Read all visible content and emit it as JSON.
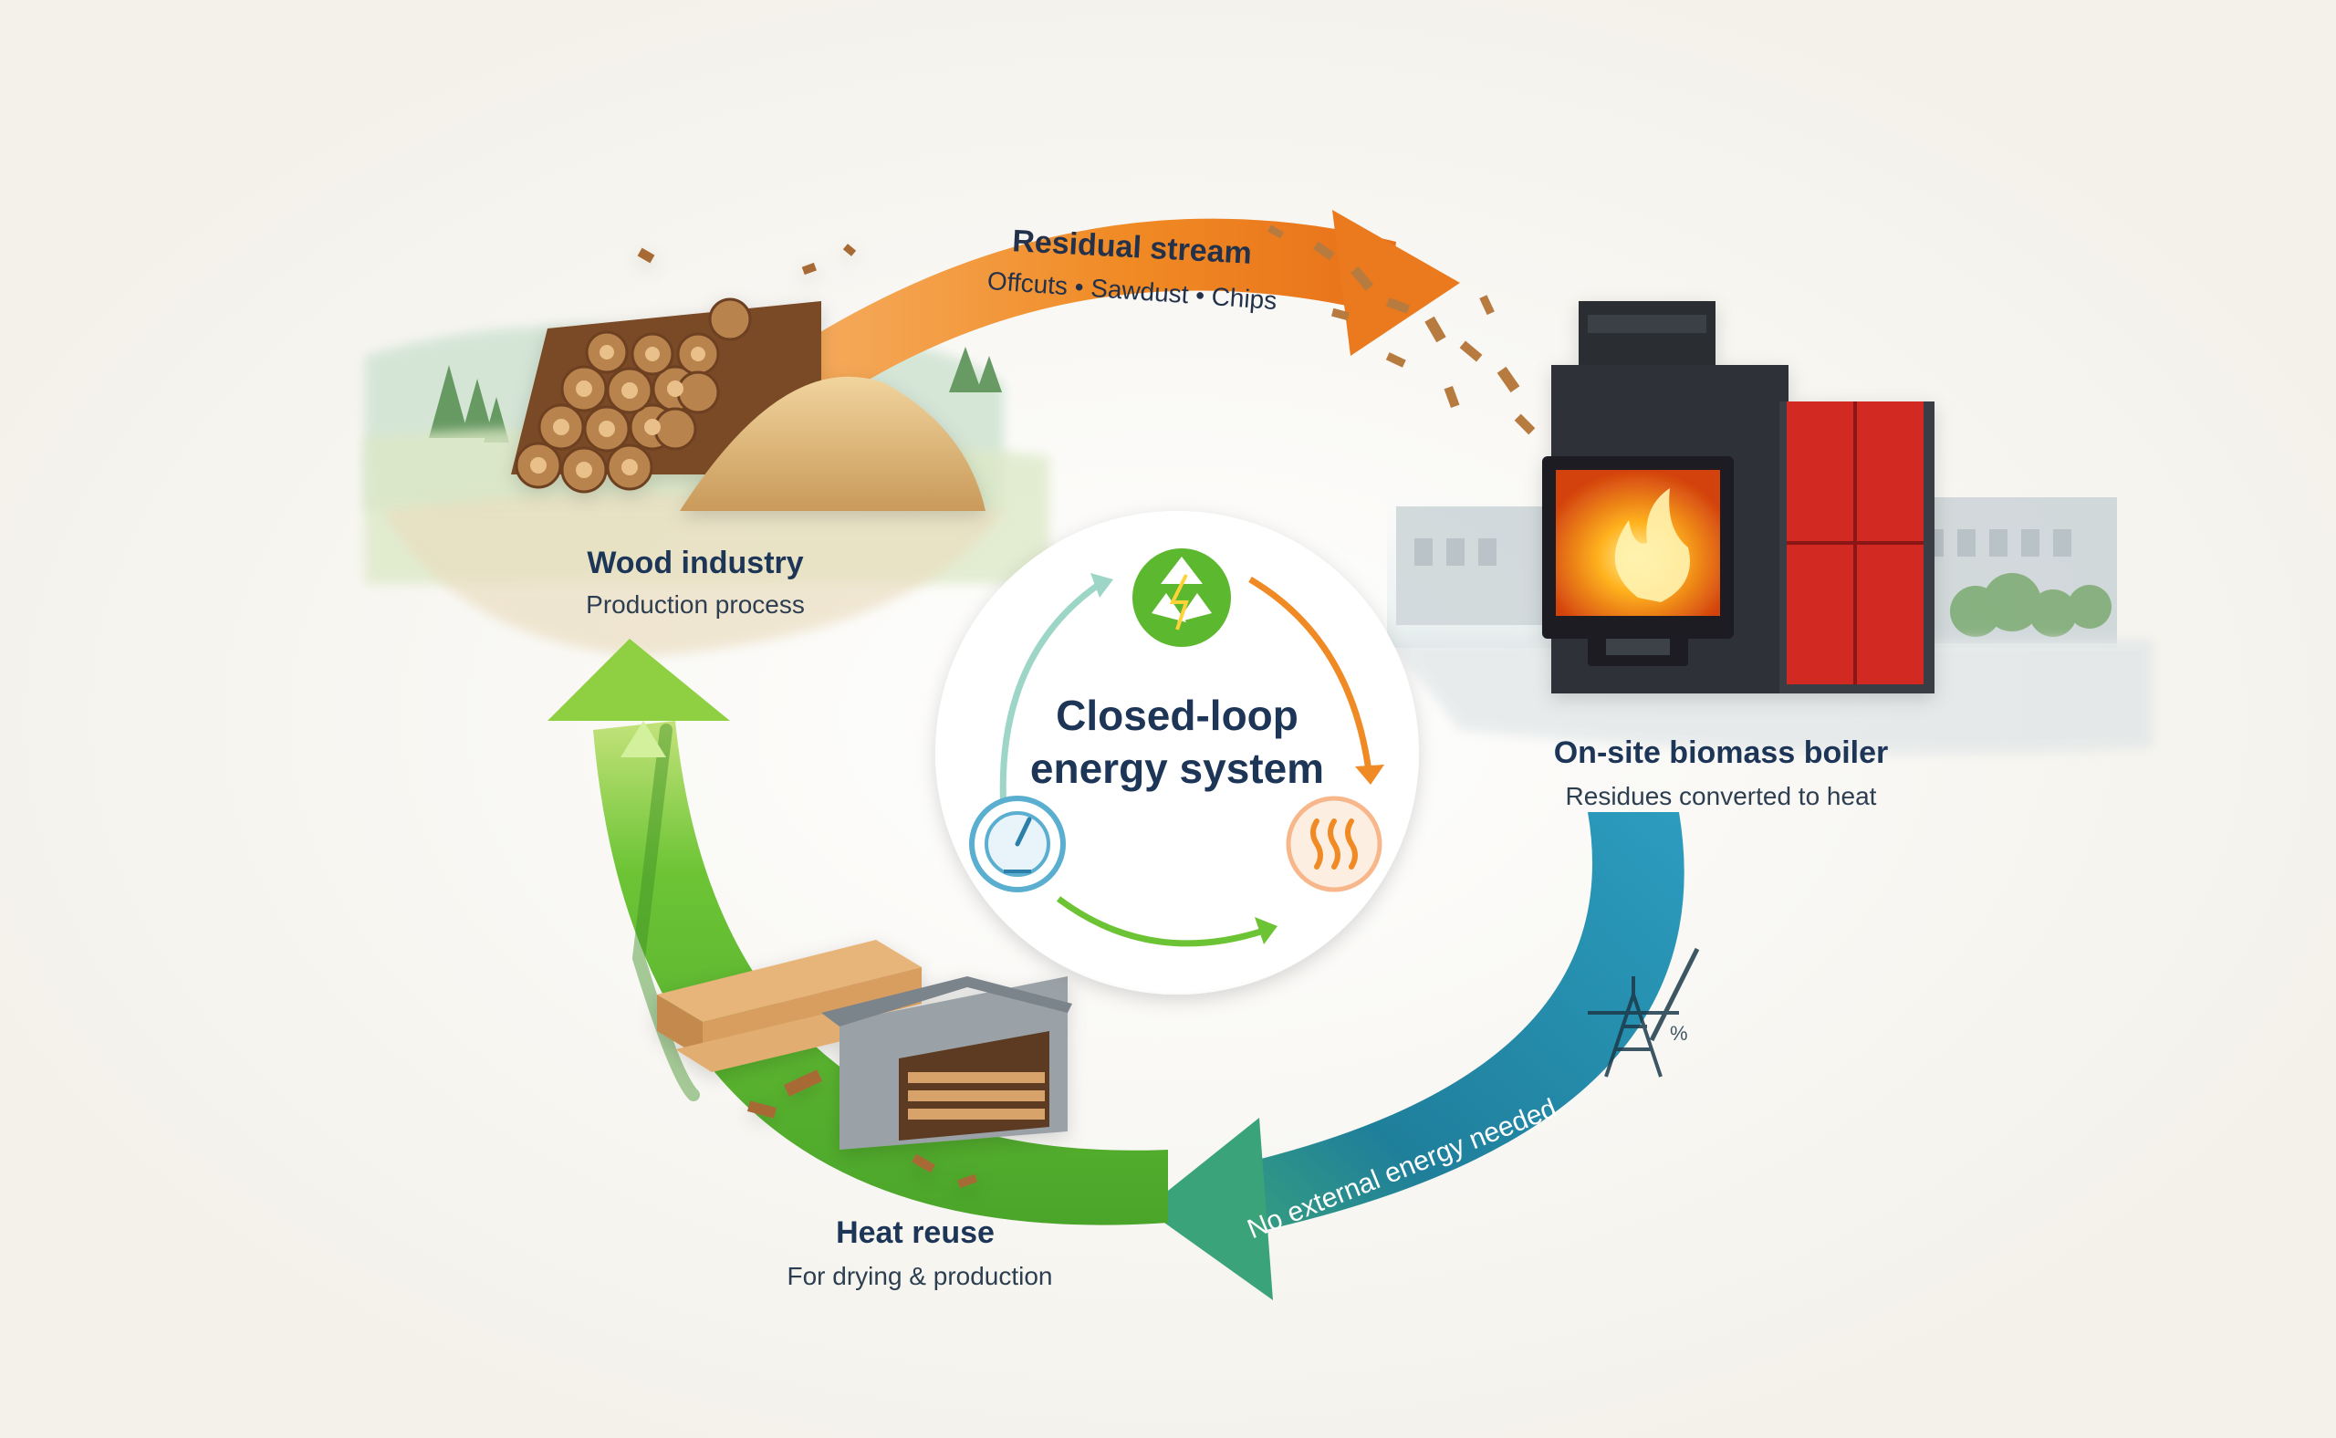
{
  "center": {
    "title_line1": "Closed-loop",
    "title_line2": "energy system"
  },
  "nodes": {
    "wood_industry": {
      "title": "Wood industry",
      "subtitle": "Production process"
    },
    "boiler": {
      "title": "On-site biomass boiler",
      "subtitle": "Residues converted to heat"
    },
    "heat_reuse": {
      "title": "Heat reuse",
      "subtitle": "For drying & production"
    }
  },
  "arrows": {
    "residual": {
      "title": "Residual stream",
      "subtitle": "Offcuts • Sawdust • Chips"
    },
    "no_external": {
      "label": "No external energy needed"
    }
  },
  "colors": {
    "orange": "#f08a24",
    "teal": "#1f7f9b",
    "green": "#5cb82e",
    "boiler_red": "#d22b22",
    "boiler_body": "#2f3338",
    "navy_text": "#1d3557"
  },
  "icons": [
    "recycle-icon",
    "gauge-icon",
    "heat-waves-icon",
    "power-pylon-icon",
    "flame-icon"
  ]
}
